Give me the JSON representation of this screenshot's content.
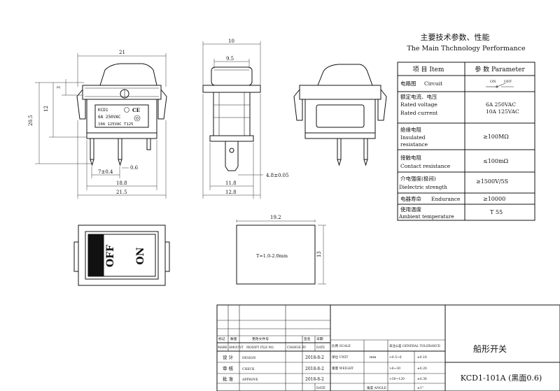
{
  "dimensions": {
    "front": {
      "overall_top": "21",
      "height_outer": "20.5",
      "height_inner": "12",
      "small_3": "3",
      "pitch": "7±0.4",
      "pin_width": "0.6",
      "bottom_inner": "18.8",
      "bottom_outer": "21.5"
    },
    "side": {
      "top": "10",
      "top_inner": "9.5",
      "bottom_inner": "11.8",
      "bottom_outer": "12.8",
      "terminal_thickness": "4.8±0.05"
    }
  },
  "body_marking": {
    "line1": "KCD1",
    "line2": "6A   250VAC",
    "line3": "10A  125VAC  T125"
  },
  "rocker_labels": {
    "off": "OFF",
    "on": "ON"
  },
  "panel_cutout": {
    "width": "19.2",
    "height": "13",
    "note": "T=1.0-2.0mm"
  },
  "spec_table": {
    "title_cn": "主要技术参数、性能",
    "title_en": "The Main Thchnology Performance",
    "header_item": "项 目 Item",
    "header_param": "参 数 Parameter",
    "circuit_symbol": {
      "on": "ON",
      "off": "OFF"
    },
    "rows": [
      {
        "item_cn": "电路图",
        "item_en": "Circuit",
        "value": ""
      },
      {
        "item_cn": "额定电流、电压",
        "item_en": "Rated voltage\nRated current",
        "value": "6A   250VAC\n10A 125VAC"
      },
      {
        "item_cn": "绝缘电阻",
        "item_en": "Insulated\nresistance",
        "value": "≥100MΩ"
      },
      {
        "item_cn": "接触电阻",
        "item_en": "Contact resistance",
        "value": "≤100mΩ"
      },
      {
        "item_cn": "介电强度(极间)",
        "item_en": "Dielectric strength",
        "value": "≥1500V/5S"
      },
      {
        "item_cn": "电器寿命",
        "item_en": "Endurance",
        "value": "≥10000"
      },
      {
        "item_cn": "使用温度",
        "item_en": "Ambient temperature",
        "value": "T 55"
      }
    ]
  },
  "title_block": {
    "rev_headers": [
      "标记",
      "数量",
      "更改文件号",
      "签名",
      "日期"
    ],
    "rev_headers_en": [
      "MARK",
      "AMOUNT",
      "MODIFY FILE NO.",
      "CHANGE BY",
      "DATE"
    ],
    "roles": [
      {
        "cn": "设 计",
        "en": "DESIGN",
        "date": "2018-8-2"
      },
      {
        "cn": "审 核",
        "en": "CHECK",
        "date": "2018-8-2"
      },
      {
        "cn": "批 准",
        "en": "APPROVE",
        "date": "2018-8-2"
      }
    ],
    "date_label": "DATE",
    "scale_label": "比例 SCALE",
    "unit_label": "单位 UNIT",
    "unit_value": "mm",
    "weight_label": "重量 WEIGHT",
    "angle_label": "角度 ANGLE",
    "tolerance_header": "未注公差 GENERAL TOLERANCE",
    "tolerances": [
      {
        "range": ">0.5~6",
        "tol": "±0.10"
      },
      {
        "range": ">6~30",
        "tol": "±0.20"
      },
      {
        "range": ">30~120",
        "tol": "±0.30"
      },
      {
        "range": "",
        "tol": "±1°"
      }
    ],
    "part_name": "船形开关",
    "part_number": "KCD1-101A (黑面0.6)"
  }
}
